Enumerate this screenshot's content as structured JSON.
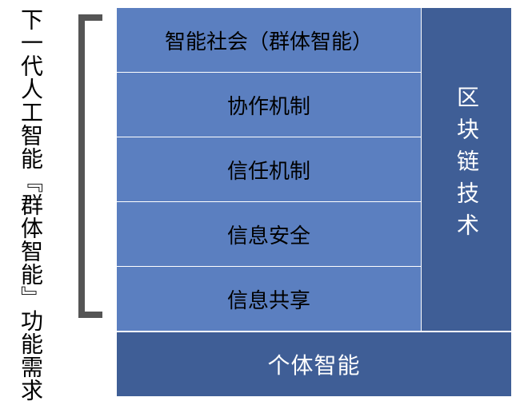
{
  "caption": "下一代人工智能『群体智能』功能需求",
  "layers": [
    "智能社会（群体智能）",
    "协作机制",
    "信任机制",
    "信息安全",
    "信息共享"
  ],
  "side_block": "区块链技术",
  "base_block": "个体智能",
  "colors": {
    "layer_fill": "#5b7fc0",
    "dark_fill": "#3f5e96",
    "bracket": "#555555"
  }
}
